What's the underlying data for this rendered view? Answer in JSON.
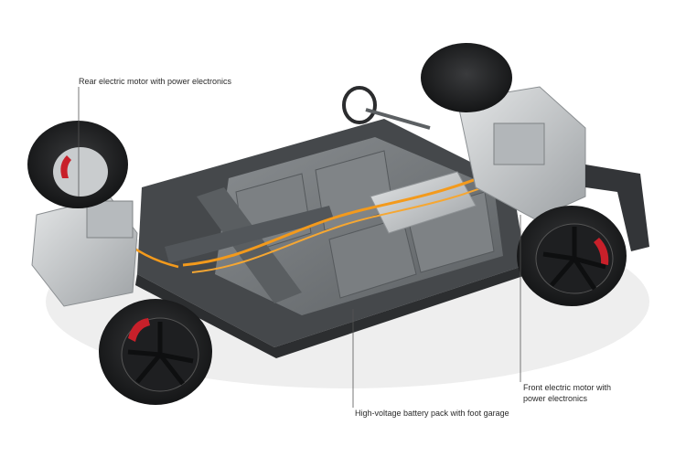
{
  "callouts": {
    "rear_motor": "Rear electric motor with power electronics",
    "battery_pack": "High-voltage battery pack with foot garage",
    "front_motor_line1": "Front electric motor with",
    "front_motor_line2": "power electronics"
  },
  "colors": {
    "background": "#ffffff",
    "battery_gray": "#6e7275",
    "frame_dark": "#3b3e41",
    "cable_orange": "#f39a1c",
    "brake_red": "#c8202a",
    "tire_black": "#1d1e20",
    "metal_light": "#c9ccce",
    "leader_line": "#555555"
  }
}
